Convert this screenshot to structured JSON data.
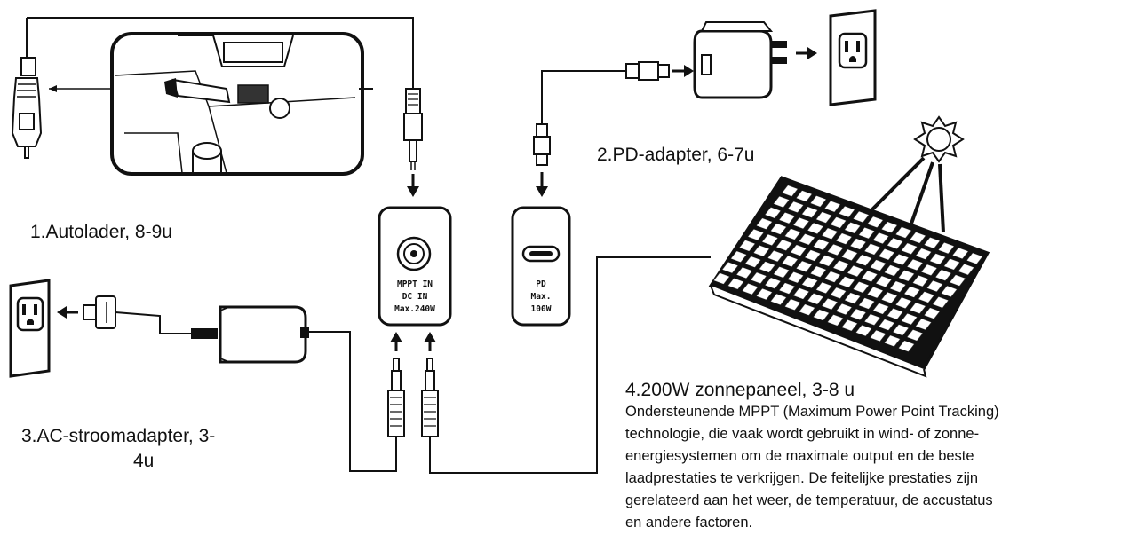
{
  "labels": {
    "car_charger": "1.Autolader, 8-9u",
    "pd_adapter": "2.PD-adapter, 6-7u",
    "ac_adapter_line1": "3.AC-stroomadapter, 3-",
    "ac_adapter_line2": "4u",
    "solar_title": "4.200W zonnepaneel, 3-8 u",
    "solar_desc": [
      "Ondersteunende MPPT (Maximum Power Point Tracking)",
      "technologie, die vaak wordt gebruikt in wind- of zonne-",
      "energiesystemen om de maximale output en de beste",
      "laadprestaties te verkrijgen. De feitelijke prestaties zijn",
      "gerelateerd aan het weer, de temperatuur, de accustatus",
      "en andere factoren."
    ]
  },
  "ports": {
    "dc_in": [
      "MPPT IN",
      "DC IN",
      "Max.240W"
    ],
    "pd": [
      "PD",
      "Max.",
      "100W"
    ]
  },
  "icons": [
    "car-charger-icon",
    "car-dashboard-icon",
    "wall-outlet-icon",
    "usb-wall-adapter-icon",
    "usb-c-plug-icon",
    "dc-barrel-plug-icon",
    "ac-power-brick-icon",
    "solar-panel-icon",
    "sun-icon"
  ],
  "colors": {
    "line": "#111111",
    "background": "#ffffff"
  }
}
